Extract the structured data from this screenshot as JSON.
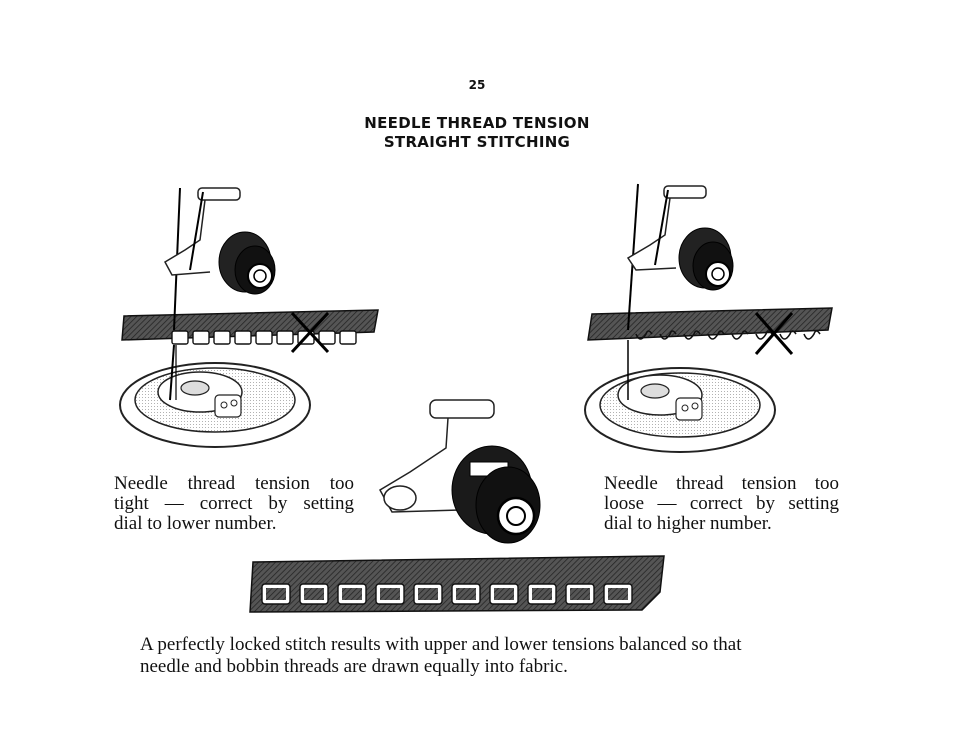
{
  "page": {
    "number": "25",
    "title_line1": "NEEDLE THREAD TENSION",
    "title_line2": "STRAIGHT STITCHING"
  },
  "captions": {
    "left_lines": [
      "Needle thread tension too",
      "tight — correct by setting",
      "dial to lower number."
    ],
    "right_lines": [
      "Needle thread tension too",
      "loose — correct by setting",
      "dial to higher number."
    ]
  },
  "summary": {
    "line1": "A perfectly locked stitch results with upper and lower tensions balanced so that",
    "line2": "needle and bobbin threads are drawn equally into fabric."
  },
  "illustrations": {
    "left": "tension-too-tight-icon",
    "center": "balanced-tension-icon",
    "right": "tension-too-loose-icon"
  }
}
